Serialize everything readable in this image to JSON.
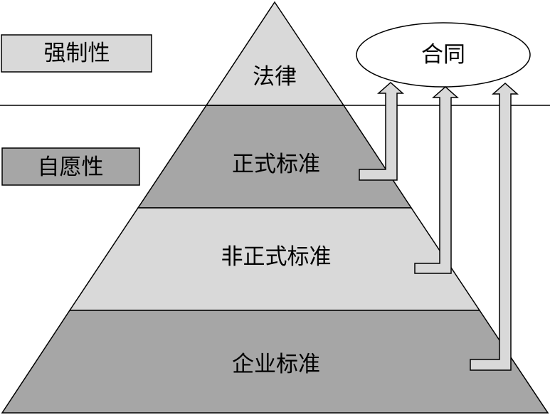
{
  "pyramid": {
    "layers": [
      {
        "label": "法律"
      },
      {
        "label": "正式标准"
      },
      {
        "label": "非正式标准"
      },
      {
        "label": "企业标准"
      }
    ]
  },
  "categories": {
    "mandatory": "强制性",
    "voluntary": "自愿性"
  },
  "contract": {
    "label": "合同"
  },
  "colors": {
    "light_gray": "#d9d9d9",
    "dark_gray": "#a6a6a6",
    "outline": "#000000"
  }
}
